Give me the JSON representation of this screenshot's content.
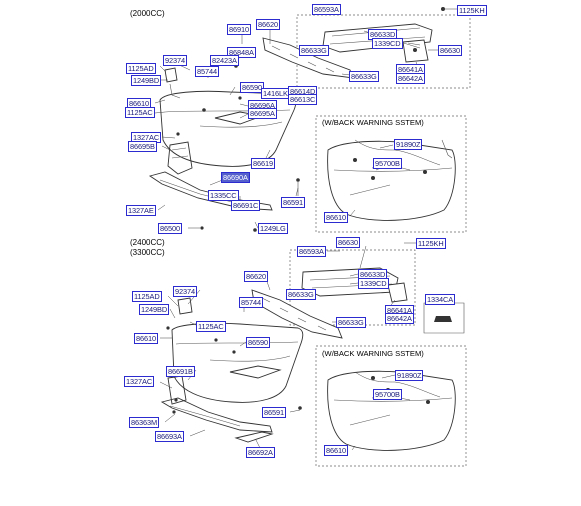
{
  "section1": {
    "title": "(2000CC)",
    "inset_title": "(W/BACK WARNING SSTEM)"
  },
  "section2": {
    "title_line1": "(2400CC)",
    "title_line2": "(3300CC)",
    "inset_title": "(W/BACK WARNING SSTEM)"
  },
  "labels": {
    "s1_86910": "86910",
    "s1_86620": "86620",
    "s1_86593A": "86593A",
    "s1_1125KH": "1125KH",
    "s1_86633D": "86633D",
    "s1_1339CD": "1339CD",
    "s1_86630": "86630",
    "s1_86848A": "86848A",
    "s1_92374": "92374",
    "s1_82423A": "82423A",
    "s1_1125AD": "1125AD",
    "s1_85744": "85744",
    "s1_86633G_a": "86633G",
    "s1_86633G_b": "86633G",
    "s1_86641A": "86641A",
    "s1_86642A": "86642A",
    "s1_1249BD": "1249BD",
    "s1_86590": "86590",
    "s1_1416LK": "1416LK",
    "s1_86614D": "86614D",
    "s1_86613C": "86613C",
    "s1_86610": "86610",
    "s1_86696A": "86696A",
    "s1_1125AC": "1125AC",
    "s1_86695A": "86695A",
    "s1_1327AC": "1327AC",
    "s1_86695B": "86695B",
    "s1_86619": "86619",
    "s1_86690A": "86690A",
    "s1_1335CC": "1335CC",
    "s1_86691C": "86691C",
    "s1_86591": "86591",
    "s1_1327AE": "1327AE",
    "s1_86500": "86500",
    "s1_1249LG": "1249LG",
    "s1_in_91890Z": "91890Z",
    "s1_in_95700B": "95700B",
    "s1_in_86610": "86610",
    "s2_86593A": "86593A",
    "s2_86630": "86630",
    "s2_1125KH": "1125KH",
    "s2_86620": "86620",
    "s2_86633D": "86633D",
    "s2_1339CD": "1339CD",
    "s2_1125AD": "1125AD",
    "s2_92374": "92374",
    "s2_85744": "85744",
    "s2_86633G_a": "86633G",
    "s2_1334CA": "1334CA",
    "s2_1249BD": "1249BD",
    "s2_86641A": "86641A",
    "s2_86642A": "86642A",
    "s2_1125AC": "1125AC",
    "s2_86633G_b": "86633G",
    "s2_86610": "86610",
    "s2_86590": "86590",
    "s2_86691B": "86691B",
    "s2_1327AC": "1327AC",
    "s2_86591": "86591",
    "s2_86363M": "86363M",
    "s2_86693A": "86693A",
    "s2_86692A": "86692A",
    "s2_in_91890Z": "91890Z",
    "s2_in_95700B": "95700B",
    "s2_in_86610": "86610"
  }
}
